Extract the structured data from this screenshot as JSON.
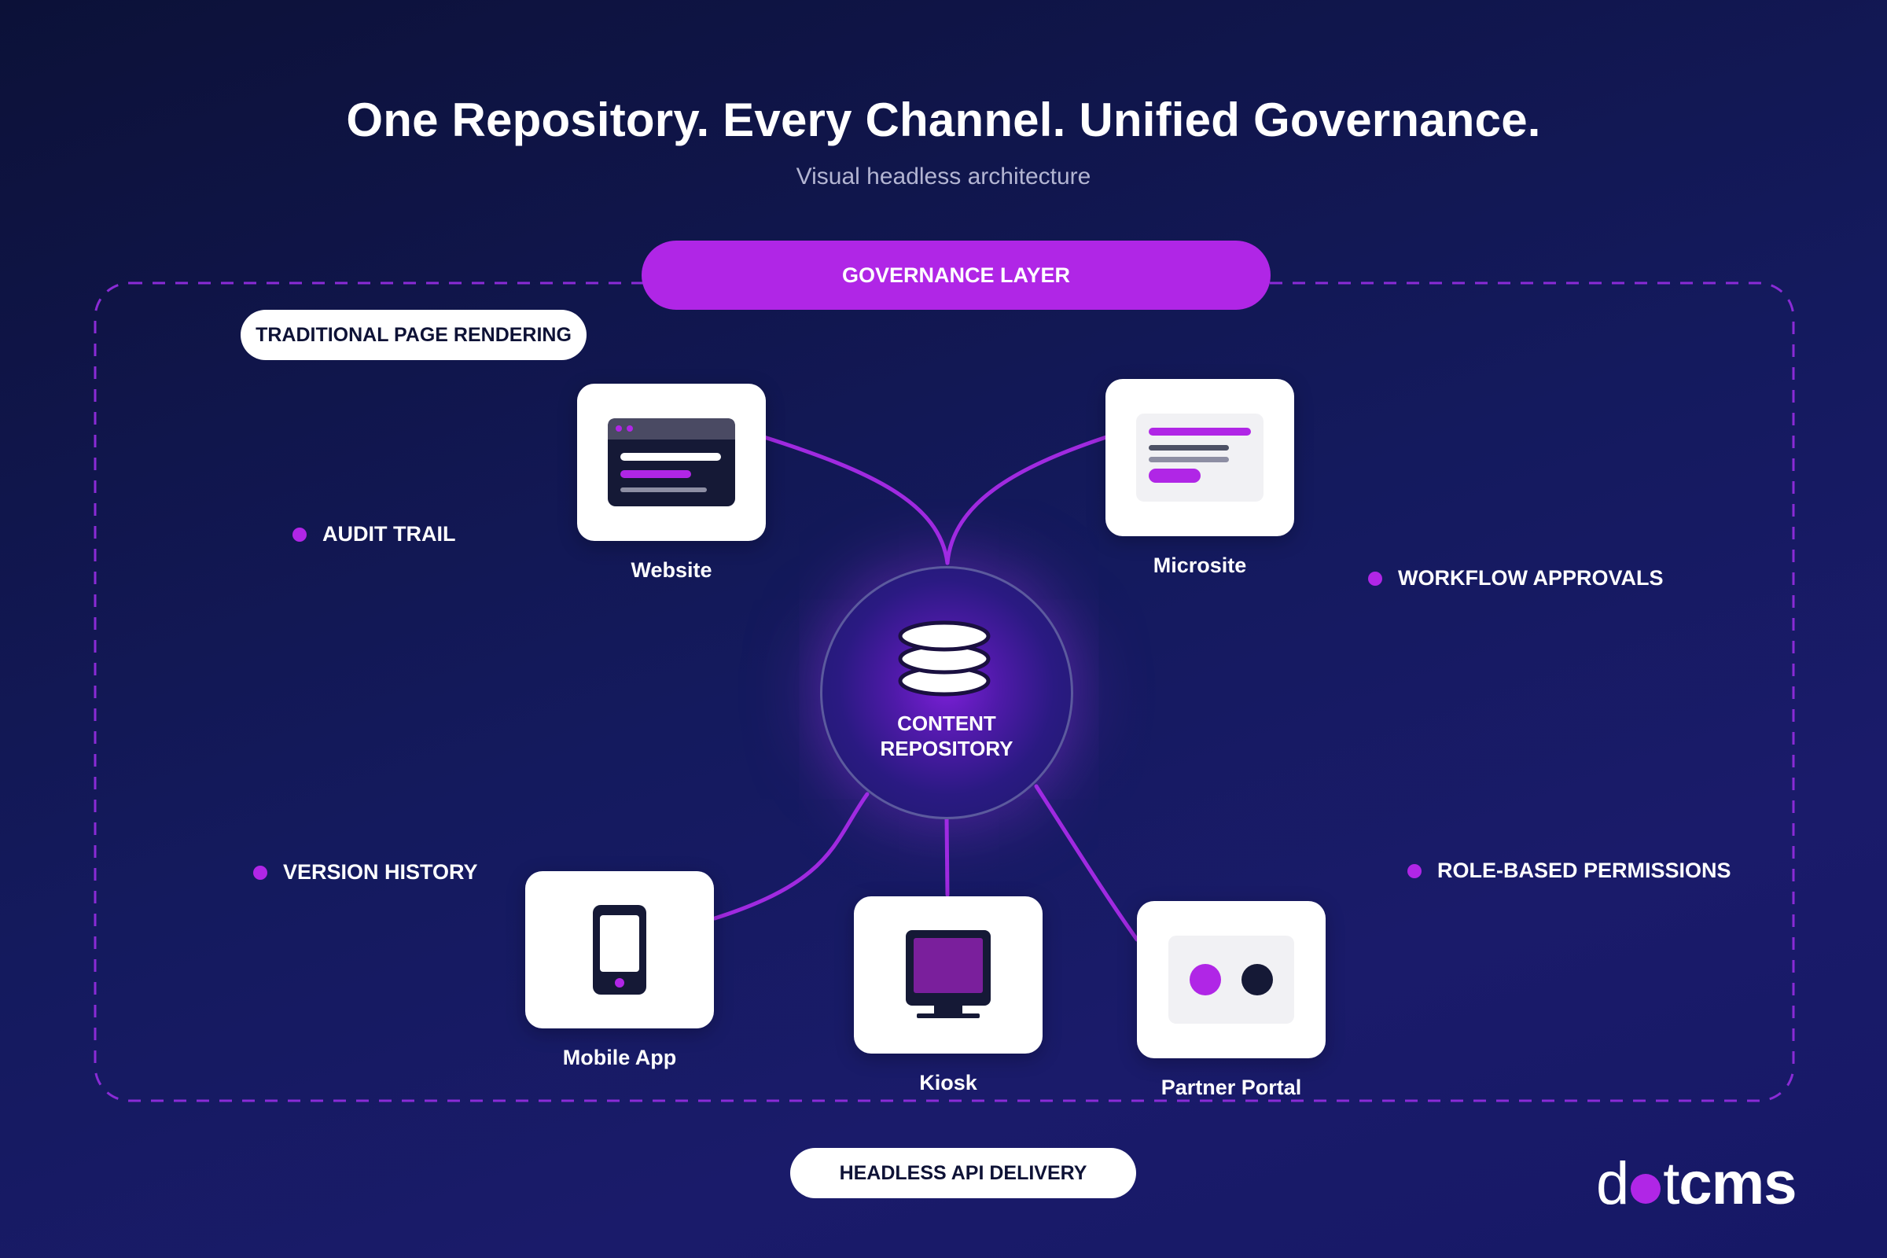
{
  "title": "One Repository. Every Channel. Unified Governance.",
  "subtitle": "Visual headless architecture",
  "governance_label": "GOVERNANCE LAYER",
  "traditional_label": "TRADITIONAL PAGE RENDERING",
  "headless_label": "HEADLESS API DELIVERY",
  "hub": {
    "line1": "CONTENT",
    "line2": "REPOSITORY"
  },
  "channels": {
    "website": "Website",
    "microsite": "Microsite",
    "mobile_app": "Mobile App",
    "kiosk": "Kiosk",
    "partner_portal": "Partner Portal"
  },
  "features": {
    "audit_trail": "AUDIT TRAIL",
    "workflow_approvals": "WORKFLOW APPROVALS",
    "version_history": "VERSION HISTORY",
    "role_based_permissions": "ROLE-BASED PERMISSIONS"
  },
  "logo": {
    "part1": "d",
    "part2": "t",
    "part3": "cms"
  },
  "colors": {
    "accent": "#b026e6",
    "background": "#131860",
    "card": "#ffffff",
    "dark": "#0e1236"
  },
  "icons": {
    "hub": "database-icon",
    "website": "browser-window-icon",
    "microsite": "content-lines-icon",
    "mobile_app": "smartphone-icon",
    "kiosk": "monitor-icon",
    "partner_portal": "toggle-dots-icon"
  }
}
